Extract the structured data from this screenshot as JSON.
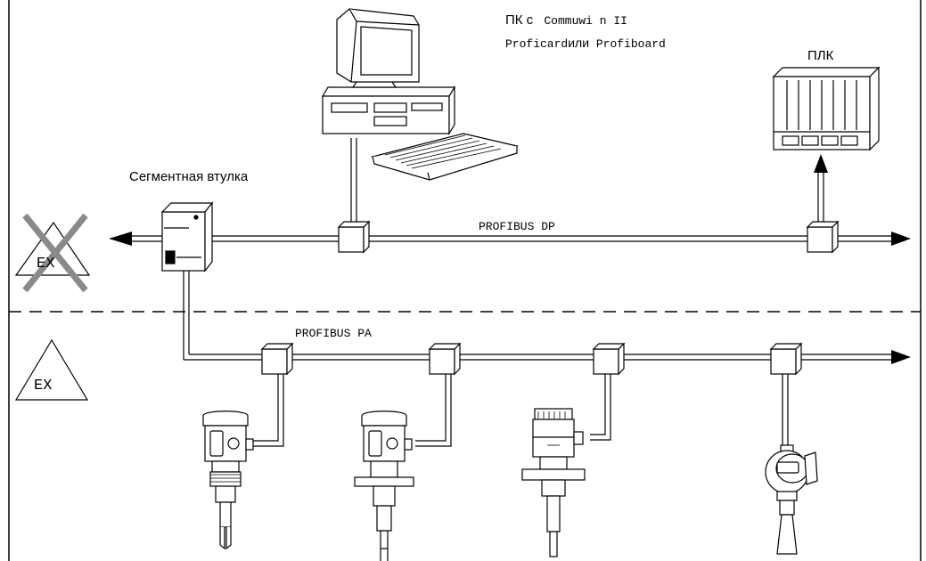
{
  "labels": {
    "pc_line1_a": "ПК с",
    "pc_line1_b": "Commuwi n II",
    "pc_line2_a": "Proficard",
    "pc_line2_b": "или",
    "pc_line2_c": "Profiboard",
    "plc": "ПЛК",
    "segment_coupler": "Сегментная втулка",
    "profibus_dp": "PROFIBUS DP",
    "profibus_pa": "PROFIBUS PA",
    "ex_top": "EX",
    "ex_bottom": "EX"
  },
  "colors": {
    "line": "#000000",
    "cross": "#8a8a8a",
    "device_fill": "#ffffff"
  }
}
